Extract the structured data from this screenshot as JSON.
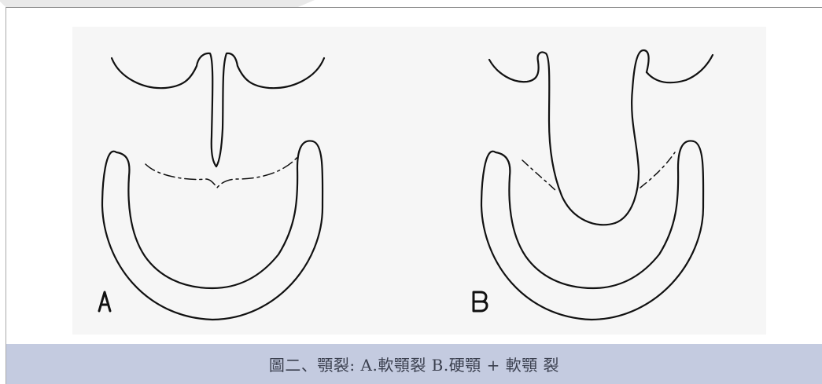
{
  "figure": {
    "panels": [
      {
        "label": "A"
      },
      {
        "label": "B"
      }
    ]
  },
  "caption": {
    "text": "圖二、顎裂: A.軟顎裂  B.硬顎 + 軟顎 裂"
  },
  "colors": {
    "caption_bg": "#c4cbe0",
    "caption_text": "#3a3f4e",
    "panel_bg": "#f6f6f6",
    "line": "#111111"
  }
}
